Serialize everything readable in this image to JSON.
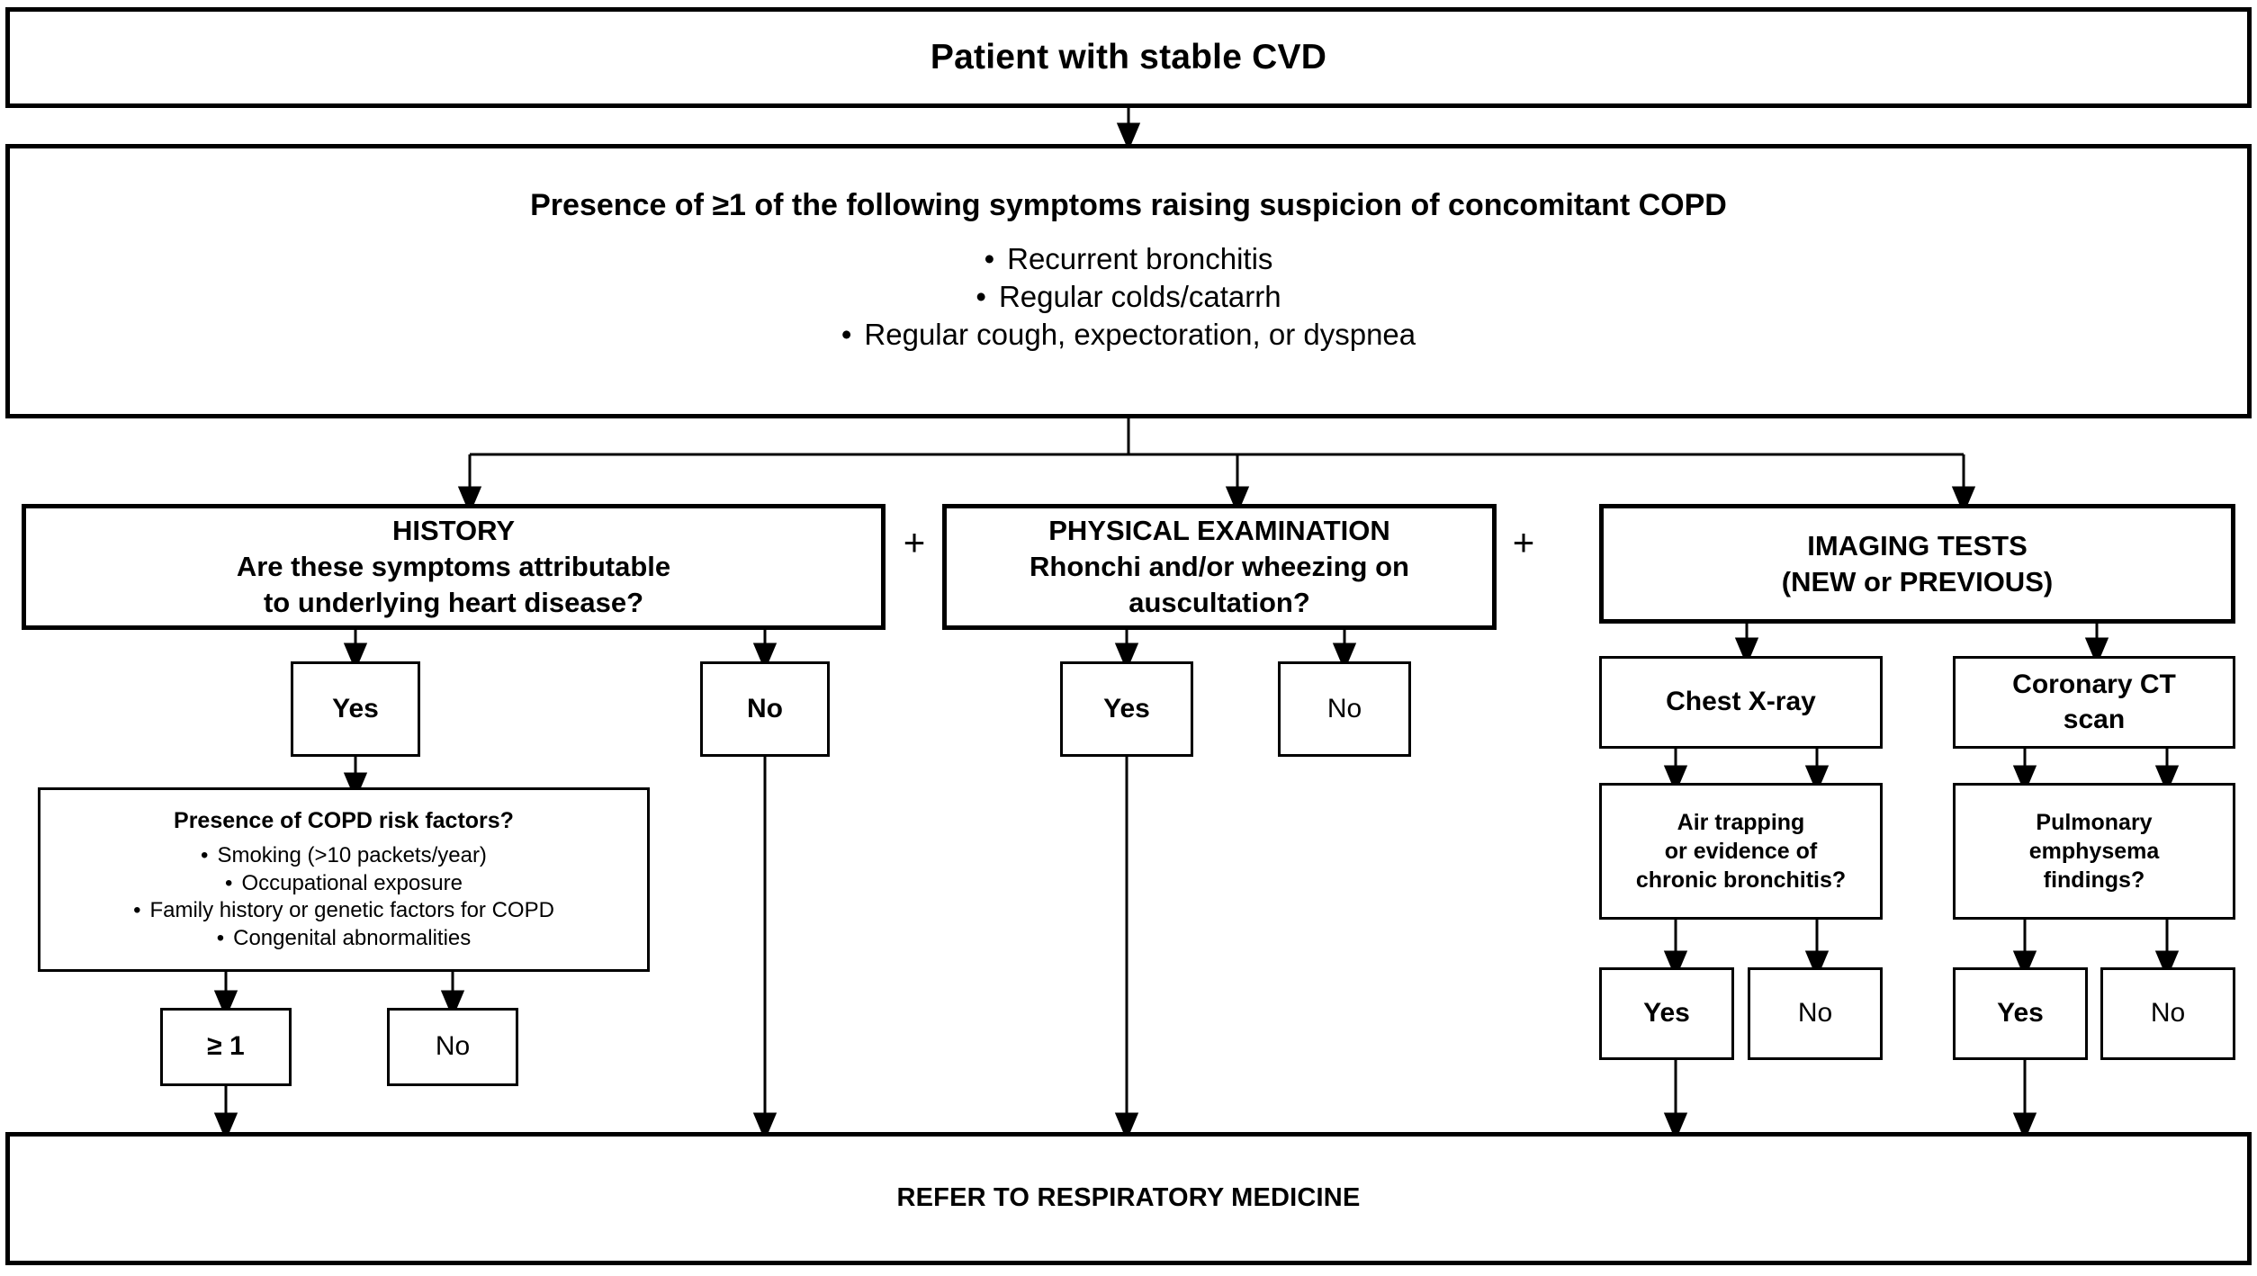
{
  "diagram": {
    "title_banner": "Patient with stable CVD",
    "symptoms_box": {
      "heading": "Presence of ≥1 of the following symptoms raising suspicion of concomitant COPD",
      "bullets": [
        "Recurrent bronchitis",
        "Regular colds/catarrh",
        "Regular cough, expectoration, or dyspnea"
      ],
      "bullet_glyph": "•"
    },
    "operators": {
      "plus_1": "+",
      "plus_2": "+"
    },
    "branches": {
      "history": {
        "heading": "HISTORY",
        "line_2": "Are these symptoms attributable",
        "line_3": "to underlying heart disease?",
        "yes_label": "Yes",
        "no_label": "No"
      },
      "physical_examination": {
        "heading": "PHYSICAL EXAMINATION",
        "line_2": "Rhonchi and/or wheezing on",
        "line_3": "auscultation?",
        "yes_label": "Yes",
        "no_label": "No"
      },
      "imaging_tests": {
        "heading": "IMAGING TESTS",
        "line_2": "(NEW or PREVIOUS)",
        "chest_xray": {
          "label": "Chest X-ray",
          "finding_line_1": "Air trapping",
          "finding_line_2": "or evidence of",
          "finding_line_3": "chronic bronchitis?",
          "yes_label": "Yes",
          "no_label": "No"
        },
        "coronary_ct": {
          "label_line_1": "Coronary CT",
          "label_line_2": "scan",
          "finding_line_1": "Pulmonary",
          "finding_line_2": "emphysema",
          "finding_line_3": "findings?",
          "yes_label": "Yes",
          "no_label": "No"
        }
      }
    },
    "risk_factors_box": {
      "heading": "Presence of COPD risk factors?",
      "bullets": [
        "Smoking (>10 packets/year)",
        "Occupational exposure",
        "Family history or genetic factors for COPD",
        "Congenital abnormalities"
      ],
      "bullet_glyph": "•",
      "at_least_one_label": "≥ 1",
      "no_label": "No"
    },
    "outcome_banner": "REFER TO RESPIRATORY MEDICINE",
    "colors": {
      "stroke": "#000000",
      "background": "#ffffff",
      "text": "#000000"
    }
  }
}
